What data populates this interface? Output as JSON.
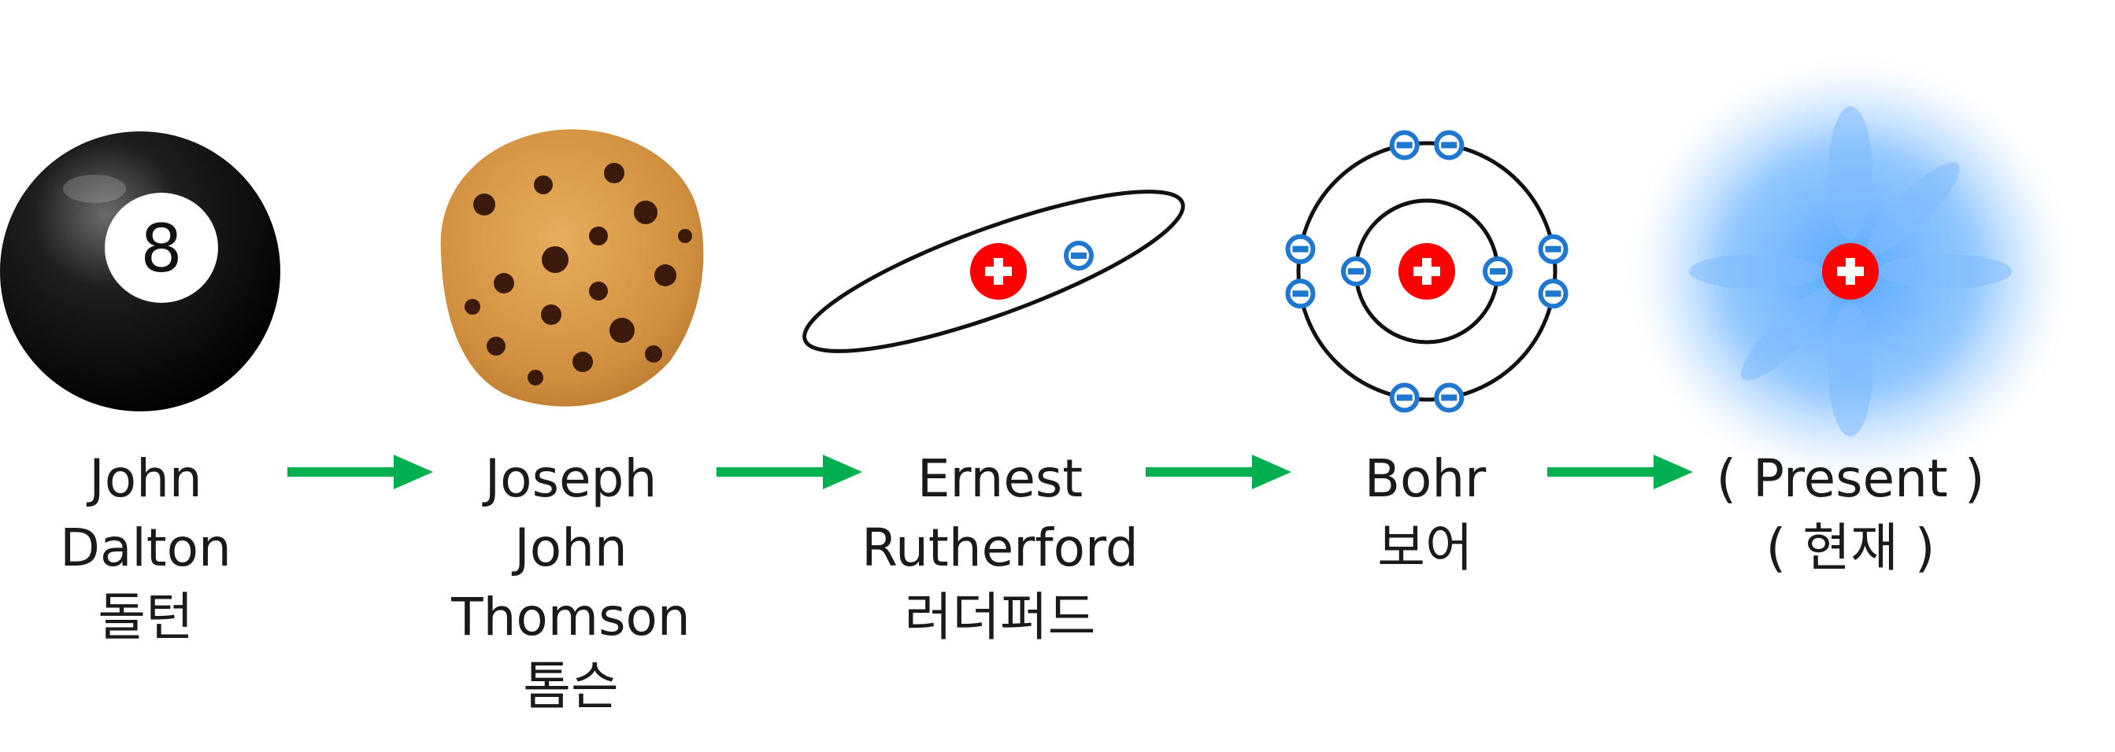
{
  "models": [
    {
      "name": "dalton",
      "lines": [
        "John",
        "Dalton",
        "돌턴"
      ]
    },
    {
      "name": "thomson",
      "lines": [
        "Joseph",
        "John",
        "Thomson",
        "톰슨"
      ]
    },
    {
      "name": "rutherford",
      "lines": [
        "Ernest",
        "Rutherford",
        "러더퍼드"
      ]
    },
    {
      "name": "bohr",
      "lines": [
        "Bohr",
        "보어"
      ]
    },
    {
      "name": "present",
      "lines": [
        "( Present )",
        "( 현재 )"
      ]
    }
  ],
  "dalton_ball_number": "8",
  "colors": {
    "arrow": "#00b050",
    "proton": "#ff0000",
    "electron": "#1f77d0",
    "cloud": "#4da3ff",
    "ball": "#111111"
  }
}
